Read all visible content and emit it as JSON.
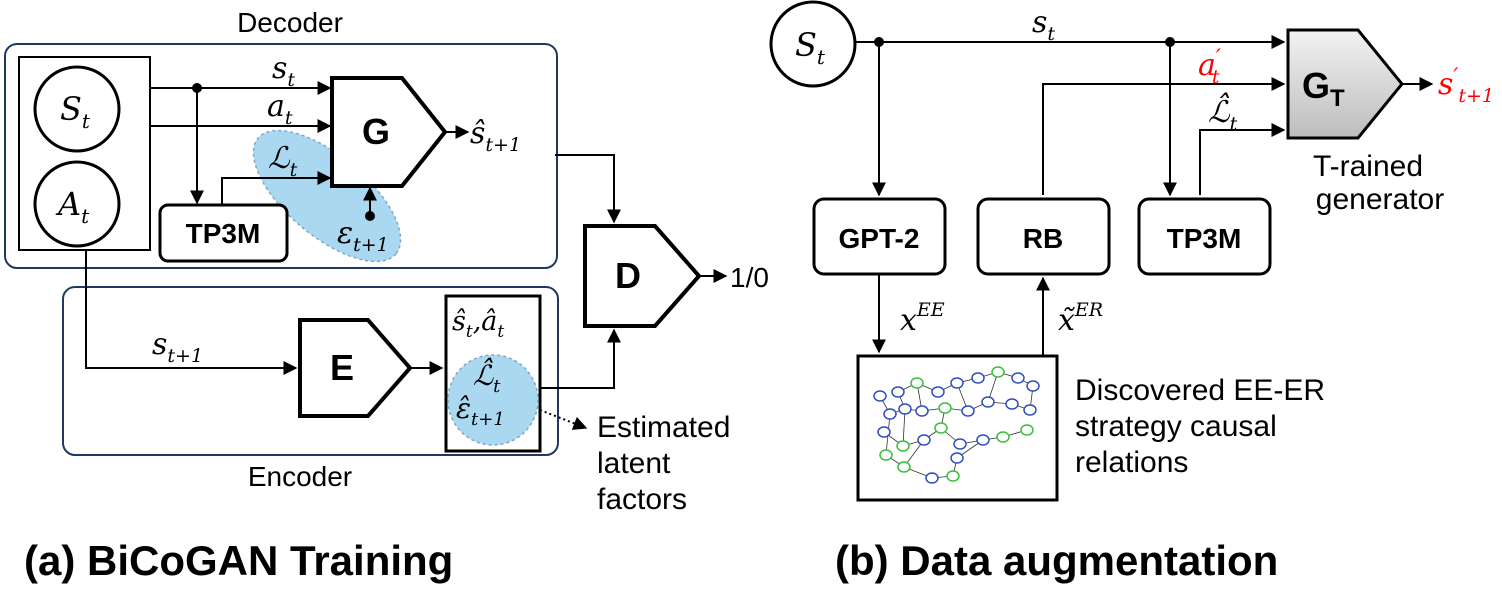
{
  "panel_a": {
    "decoder_label": "Decoder",
    "encoder_label": "Encoder",
    "state_node": "S",
    "state_node_sub": "t",
    "action_node": "A",
    "action_node_sub": "t",
    "generator_label": "G",
    "tp3m_label": "TP3M",
    "discriminator_label": "D",
    "encoder_block_label": "E",
    "input_s": "s",
    "input_s_sub": "t",
    "input_a": "a",
    "input_a_sub": "t",
    "latent_L": "ℒ",
    "latent_L_sub": "t",
    "noise": "ε",
    "noise_sub": "t+1",
    "gen_output": "ŝ",
    "gen_output_sub": "t+1",
    "enc_input": "s",
    "enc_input_sub": "t+1",
    "enc_out_s": "ŝ",
    "enc_out_s_sub": "t",
    "enc_out_comma": ",",
    "enc_out_a": "â",
    "enc_out_a_sub": "t",
    "enc_out_L": "ℒ̂",
    "enc_out_L_sub": "t",
    "enc_out_eps": "ε̂",
    "enc_out_eps_sub": "t+1",
    "disc_output": "1/0",
    "estimated_line1": "Estimated",
    "estimated_line2": "latent",
    "estimated_line3": "factors",
    "caption": "(a) BiCoGAN Training"
  },
  "panel_b": {
    "state_node": "S",
    "state_node_sub": "t",
    "top_s": "s",
    "top_s_sub": "t",
    "a_prime": "a",
    "a_prime_sup": "′",
    "a_prime_sub": "t",
    "L_hat": "ℒ̂",
    "L_hat_sub": "t",
    "generator_label": "G",
    "generator_sub": "T",
    "output": "s",
    "output_sup": "′",
    "output_sub": "t+1",
    "gen_caption_line1": "T-rained",
    "gen_caption_line2": "generator",
    "gpt2_label": "GPT-2",
    "rb_label": "RB",
    "tp3m_label": "TP3M",
    "x_ee": "x",
    "x_ee_sup": "EE",
    "x_er": "x̃",
    "x_er_sup": "ER",
    "causal_line1": "Discovered EE-ER",
    "causal_line2": "strategy causal",
    "causal_line3": "relations",
    "caption": "(b) Data augmentation"
  },
  "colors": {
    "frame": "#1f3864",
    "latent_fill": "#a9d8f0",
    "red": "#ff0000",
    "node_blue": "#2f4fbf",
    "node_green": "#3cbf3c"
  }
}
